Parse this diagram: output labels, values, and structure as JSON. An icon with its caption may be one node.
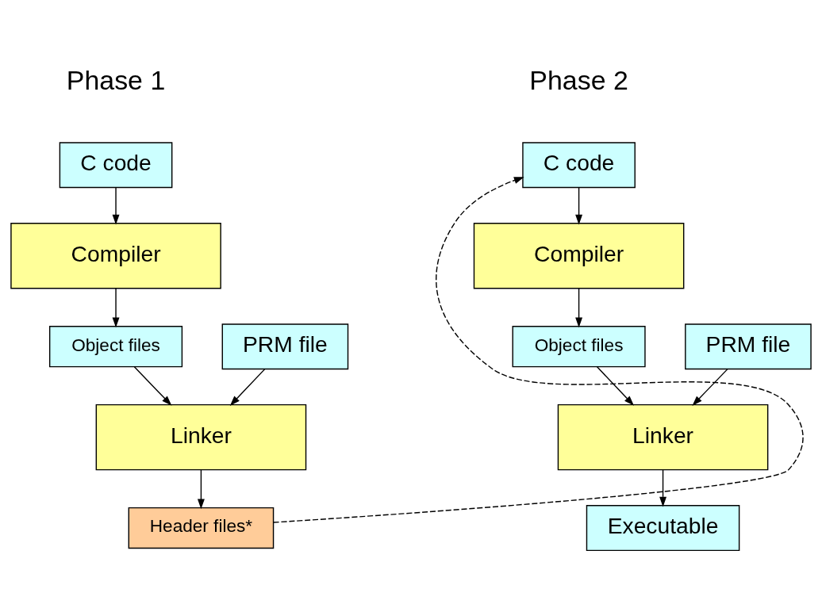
{
  "diagram": {
    "nodes": [
      {
        "text": [
          "C code"
        ]
      },
      {
        "text": [
          "Compiler"
        ]
      },
      {
        "text": [
          "Object files"
        ]
      },
      {
        "text": [
          "PRM file"
        ]
      },
      {
        "text": [
          "Linker"
        ]
      },
      {
        "text": [
          "Header files*"
        ]
      },
      {
        "text": [
          "C code"
        ]
      },
      {
        "text": [
          "Compiler"
        ]
      },
      {
        "text": [
          "Object files"
        ]
      },
      {
        "text": [
          "PRM file"
        ]
      },
      {
        "text": [
          "Linker"
        ]
      },
      {
        "text": [
          "Executable"
        ]
      }
    ],
    "edges": [
      {
        "from": 0,
        "to": 1,
        "arrow": "to"
      },
      {
        "from": 1,
        "to": 2,
        "arrow": "to"
      },
      {
        "from": 2,
        "to": 4,
        "arrow": "to"
      },
      {
        "from": 3,
        "to": 4,
        "arrow": "to"
      },
      {
        "from": 4,
        "to": 5,
        "arrow": "to"
      },
      {
        "from": 5,
        "to": 6,
        "arrow": "to",
        "style": "dashed"
      },
      {
        "from": 6,
        "to": 7,
        "arrow": "to"
      },
      {
        "from": 7,
        "to": 8,
        "arrow": "to"
      },
      {
        "from": 8,
        "to": 10,
        "arrow": "to"
      },
      {
        "from": 9,
        "to": 10,
        "arrow": "to"
      },
      {
        "from": 10,
        "to": 11,
        "arrow": "to"
      }
    ],
    "labels": [
      "Phase 1",
      "Phase 2"
    ]
  }
}
